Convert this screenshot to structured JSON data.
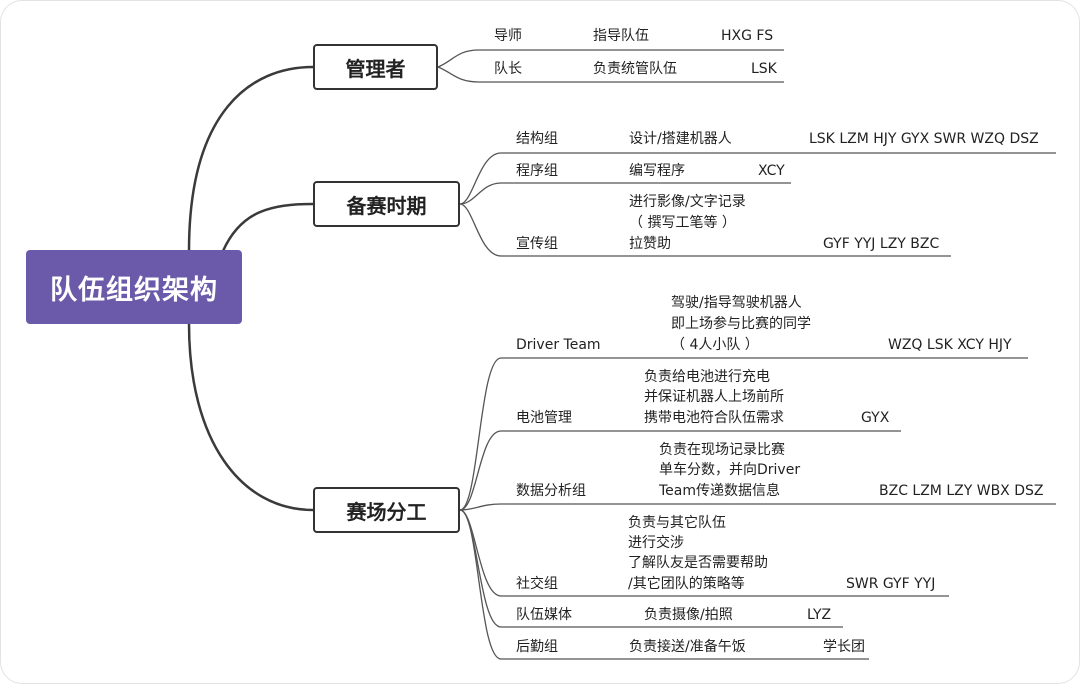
{
  "root": "队伍组织架构",
  "branches": {
    "b1": {
      "label": "管理者",
      "rows": [
        {
          "role": "导师",
          "duty": "指导队伍",
          "members": "HXG FS"
        },
        {
          "role": "队长",
          "duty": "负责统管队伍",
          "members": "LSK"
        }
      ]
    },
    "b2": {
      "label": "备赛时期",
      "rows": [
        {
          "role": "结构组",
          "duty": "设计/搭建机器人",
          "members": "LSK LZM HJY GYX SWR WZQ DSZ"
        },
        {
          "role": "程序组",
          "duty": "编写程序",
          "members": "XCY"
        },
        {
          "role": "宣传组",
          "duty": [
            "进行影像/文字记录",
            "（ 撰写工笔等 ）",
            "拉赞助"
          ],
          "members": "GYF YYJ LZY BZC"
        }
      ]
    },
    "b3": {
      "label": "赛场分工",
      "rows": [
        {
          "role": "Driver Team",
          "duty": [
            "驾驶/指导驾驶机器人",
            "即上场参与比赛的同学",
            "（ 4人小队 ）"
          ],
          "members": "WZQ LSK XCY HJY"
        },
        {
          "role": "电池管理",
          "duty": [
            "负责给电池进行充电",
            "并保证机器人上场前所",
            "携带电池符合队伍需求"
          ],
          "members": "GYX"
        },
        {
          "role": "数据分析组",
          "duty": [
            "负责在现场记录比赛",
            "单车分数，并向Driver",
            "Team传递数据信息"
          ],
          "members": "BZC LZM LZY WBX DSZ"
        },
        {
          "role": "社交组",
          "duty": [
            "负责与其它队伍",
            "进行交涉",
            "了解队友是否需要帮助",
            "/其它团队的策略等"
          ],
          "members": "SWR GYF YYJ"
        },
        {
          "role": "队伍媒体",
          "duty": "负责摄像/拍照",
          "members": "LYZ"
        },
        {
          "role": "后勤组",
          "duty": "负责接送/准备午饭",
          "members": "学长团"
        }
      ]
    }
  }
}
